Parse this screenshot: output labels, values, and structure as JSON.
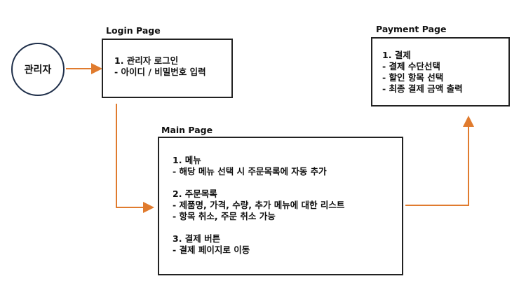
{
  "actor": {
    "label": "관리자"
  },
  "login": {
    "title": "Login Page",
    "lines": [
      "1.  관리자 로그인",
      "-   아이디 / 비밀번호 입력"
    ]
  },
  "main": {
    "title": "Main Page",
    "sections": [
      {
        "heading": "1.  메뉴",
        "items": [
          "-   해당 메뉴 선택 시 주문목록에 자동 추가"
        ]
      },
      {
        "heading": "2.  주문목록",
        "items": [
          "-   제품명, 가격, 수량, 추가 메뉴에 대한 리스트",
          "-   항목 취소, 주문 취소 가능"
        ]
      },
      {
        "heading": "3. 결제 버튼",
        "items": [
          "-   결제 페이지로 이동"
        ]
      }
    ]
  },
  "payment": {
    "title": "Payment Page",
    "lines": [
      "1.  결제",
      "-   결제 수단선택",
      "-   할인 항목 선택",
      "-   최종 결제 금액 출력"
    ]
  },
  "colors": {
    "arrow": "#e07b2e",
    "border": "#222222",
    "actor_border": "#1f2f4a"
  }
}
